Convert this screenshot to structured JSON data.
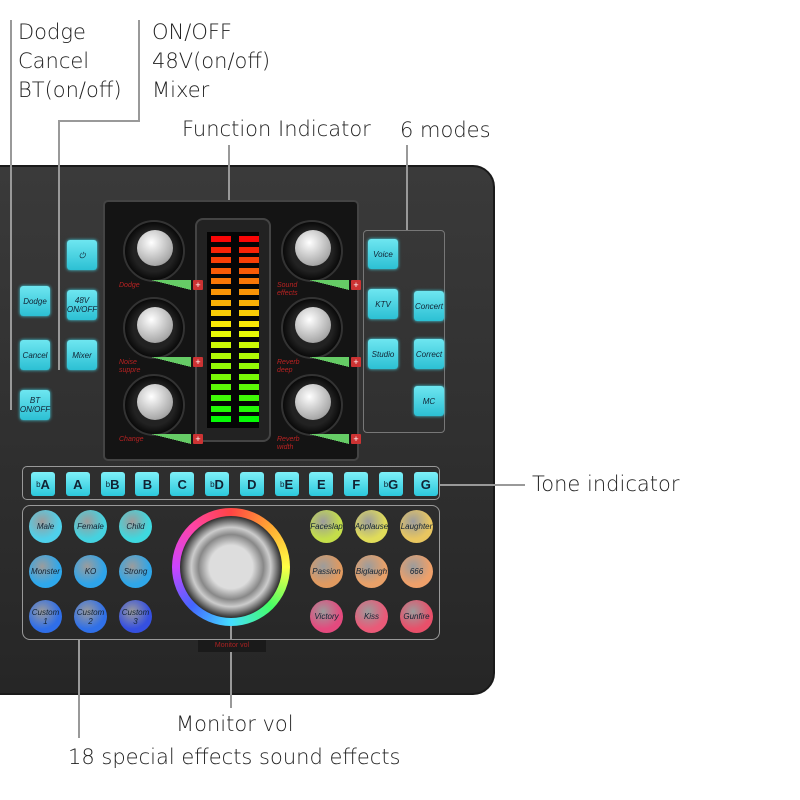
{
  "annotations": {
    "left_group": [
      "Dodge",
      "Cancel",
      "BT(on/off)"
    ],
    "right_group": [
      "ON/OFF",
      "48V(on/off)",
      "Mixer"
    ],
    "function_indicator": "Function Indicator",
    "modes": "6 modes",
    "tone_indicator": "Tone indicator",
    "monitor_vol": "Monitor vol",
    "effects": "18 special effects sound effects"
  },
  "left_buttons": [
    {
      "label": "Dodge"
    },
    {
      "label": "Cancel"
    },
    {
      "label": "BT ON/OFF"
    },
    {
      "label": "⏻"
    },
    {
      "label": "48V ON/OFF"
    },
    {
      "label": "Mixer"
    }
  ],
  "knobs": [
    {
      "label": "Dodge"
    },
    {
      "label": "Noise suppre"
    },
    {
      "label": "Change"
    },
    {
      "label": "Sound effects"
    },
    {
      "label": "Reverb deep"
    },
    {
      "label": "Reverb width"
    }
  ],
  "mode_buttons": [
    {
      "label": "Voice"
    },
    {
      "label": "KTV"
    },
    {
      "label": "Studio"
    },
    {
      "label": "Concert"
    },
    {
      "label": "Correct"
    },
    {
      "label": "MC"
    }
  ],
  "tones": [
    {
      "flat": "b",
      "note": "A"
    },
    {
      "flat": "",
      "note": "A"
    },
    {
      "flat": "b",
      "note": "B"
    },
    {
      "flat": "",
      "note": "B"
    },
    {
      "flat": "",
      "note": "C"
    },
    {
      "flat": "b",
      "note": "D"
    },
    {
      "flat": "",
      "note": "D"
    },
    {
      "flat": "b",
      "note": "E"
    },
    {
      "flat": "",
      "note": "E"
    },
    {
      "flat": "",
      "note": "F"
    },
    {
      "flat": "b",
      "note": "G"
    },
    {
      "flat": "",
      "note": "G"
    }
  ],
  "effects": [
    {
      "label": "Male",
      "color": "#4fd0ea"
    },
    {
      "label": "Female",
      "color": "#45d2e0"
    },
    {
      "label": "Child",
      "color": "#3fd8df"
    },
    {
      "label": "Monster",
      "color": "#2ea8ec"
    },
    {
      "label": "KO",
      "color": "#2ea4ea"
    },
    {
      "label": "Strong",
      "color": "#2fa6e8"
    },
    {
      "label": "Custom 1",
      "color": "#2f6ee8"
    },
    {
      "label": "Custom 2",
      "color": "#3070e8"
    },
    {
      "label": "Custom 3",
      "color": "#3550e0"
    },
    {
      "label": "Faceslap",
      "color": "#c4de4a"
    },
    {
      "label": "Applause",
      "color": "#e0dc5a"
    },
    {
      "label": "Laughter",
      "color": "#e8c660"
    },
    {
      "label": "Passion",
      "color": "#e09a60"
    },
    {
      "label": "Biglaugh",
      "color": "#e8a068"
    },
    {
      "label": "666",
      "color": "#eea06a"
    },
    {
      "label": "Victory",
      "color": "#e44a7e"
    },
    {
      "label": "Kiss",
      "color": "#ea5a78"
    },
    {
      "label": "Gunfire",
      "color": "#e8506a"
    }
  ],
  "monitor_label": "Monitor vol"
}
